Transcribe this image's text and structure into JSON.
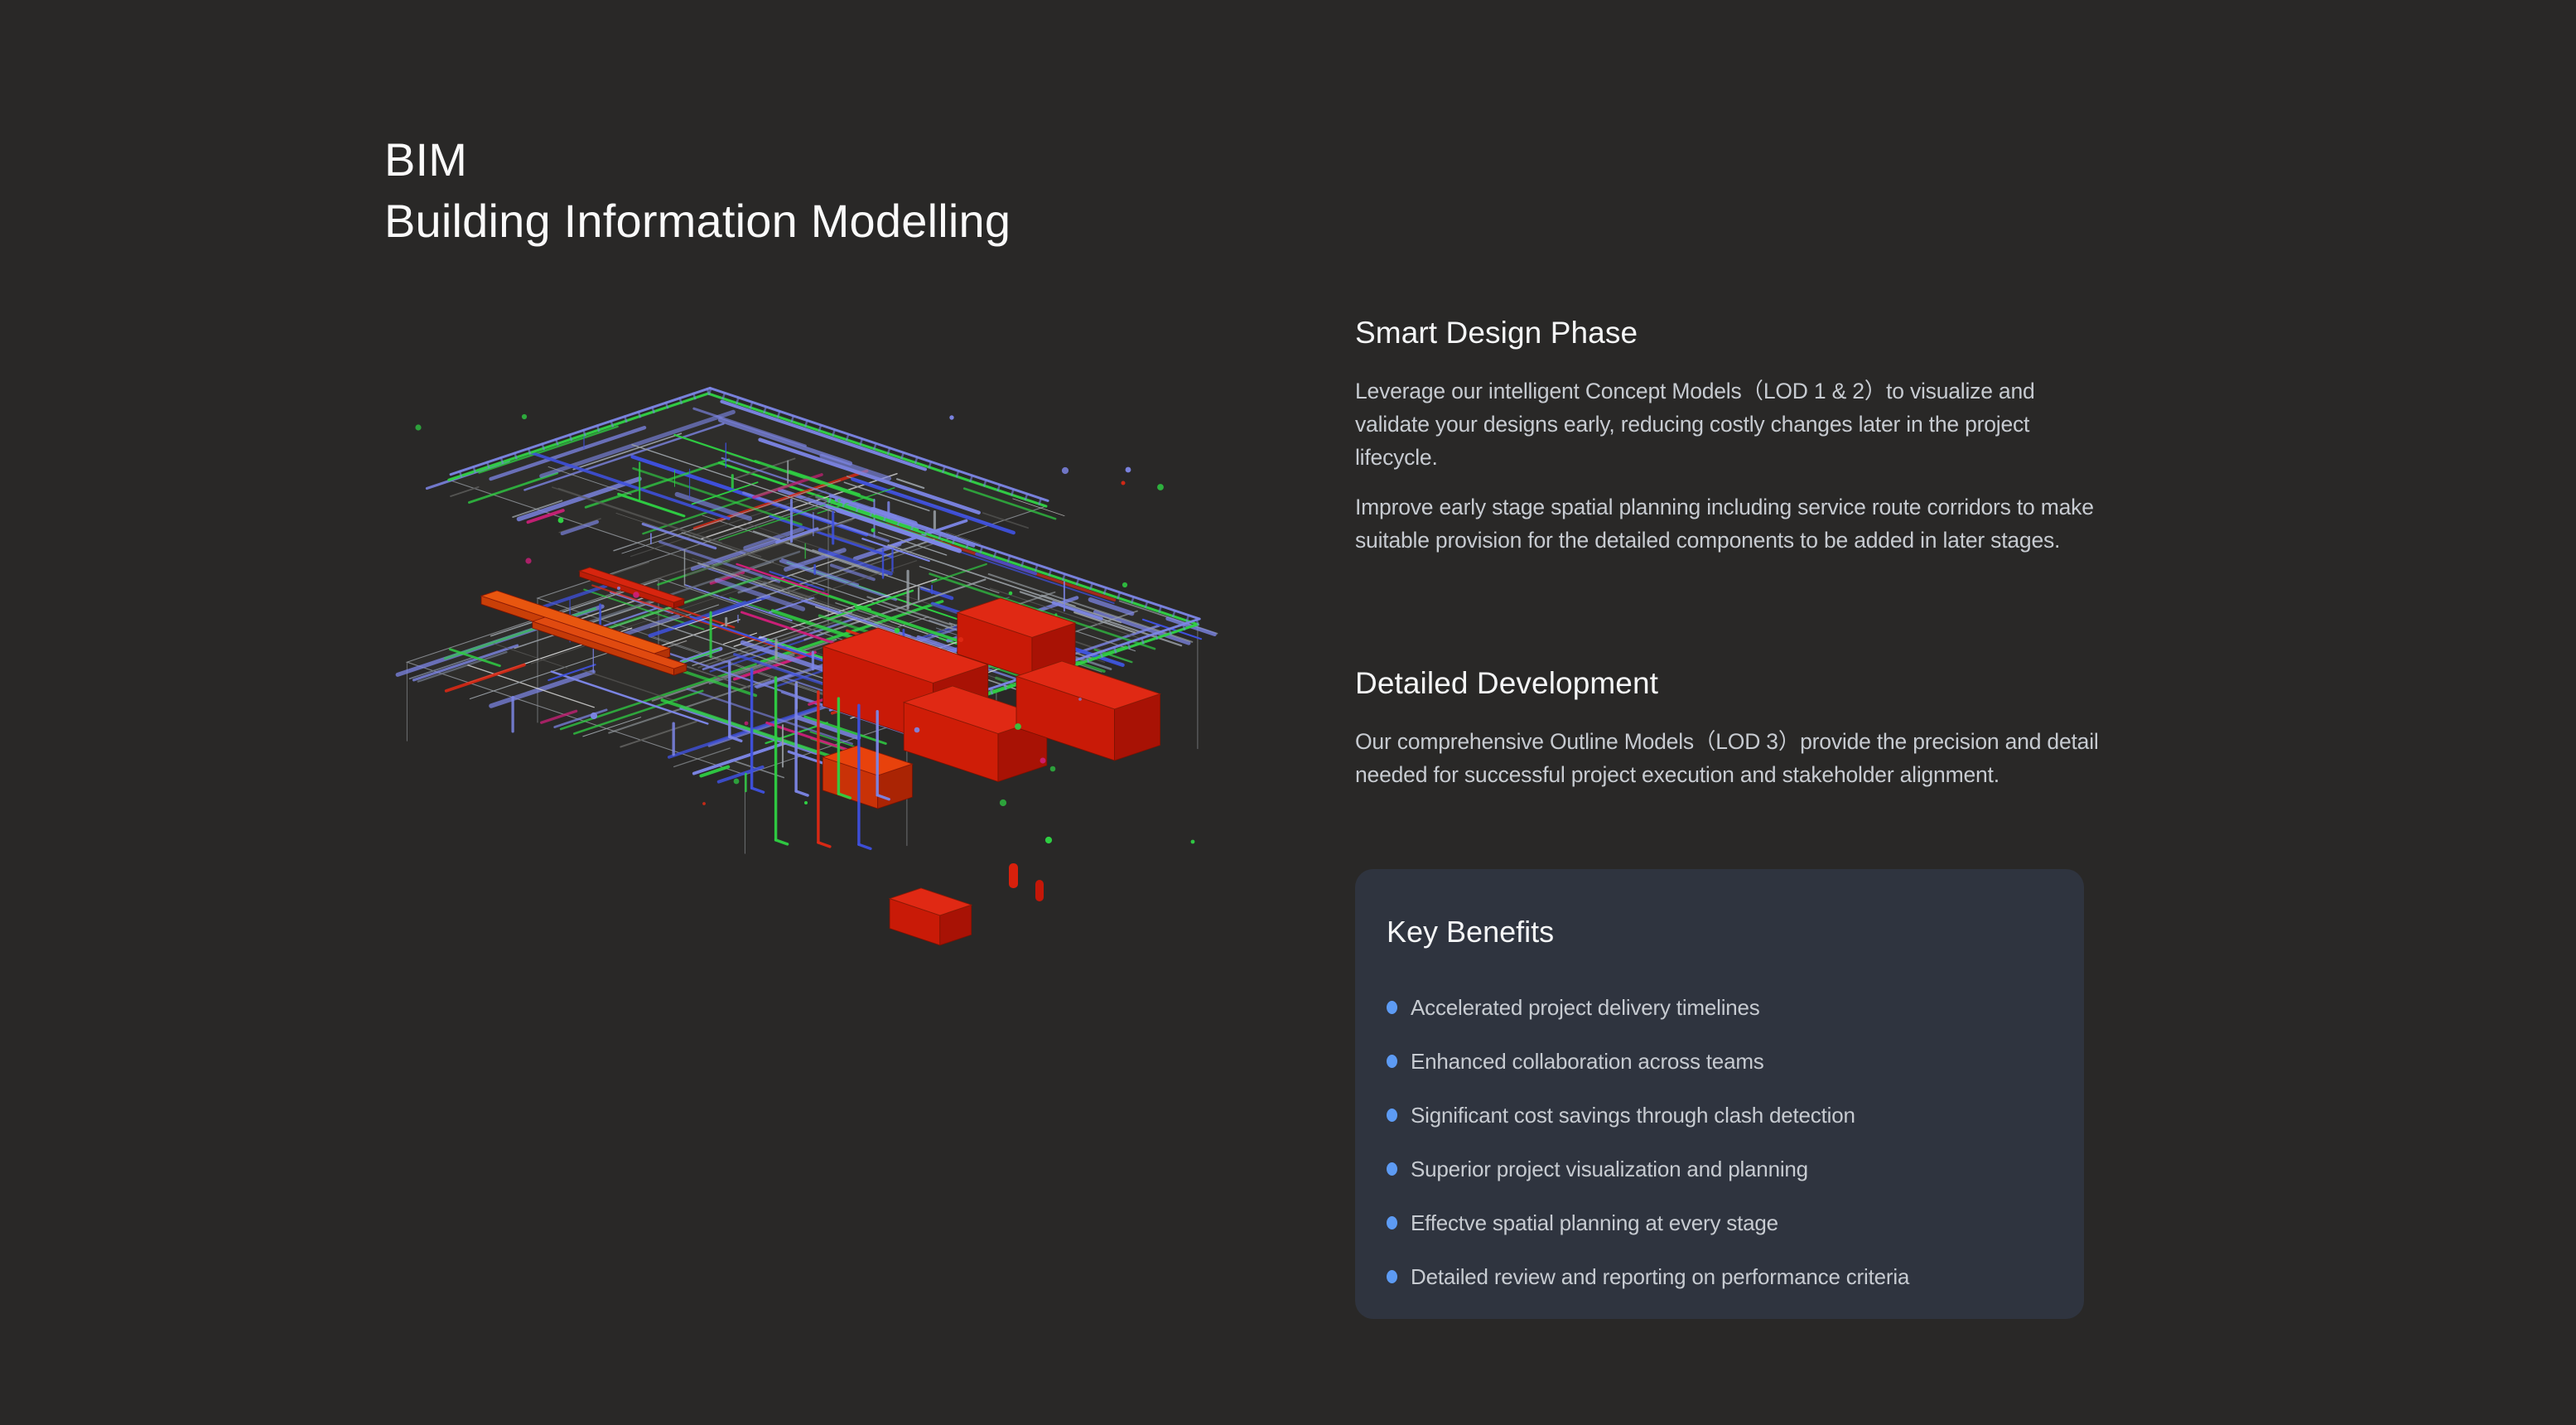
{
  "colors": {
    "page_bg": "#292827",
    "card_bg": "#2f343f",
    "title": "#fafafa",
    "heading": "#f5f6f7",
    "body_text": "#c7cbd1",
    "bullet": "#5d9bf4"
  },
  "header": {
    "title_line1": "BIM",
    "title_line2": "Building Information Modelling"
  },
  "smart_design": {
    "heading": "Smart Design Phase",
    "paragraph1": "Leverage our intelligent Concept Models（LOD 1 & 2）to visualize and validate your designs early, reducing costly changes later in the project lifecycle.",
    "paragraph2": "Improve early stage spatial planning including service route corridors to make suitable provision for the detailed components to be added in later stages."
  },
  "detailed_development": {
    "heading": "Detailed Development",
    "paragraph1": "Our comprehensive Outline Models（LOD 3）provide the precision and detail needed for successful project execution and stakeholder alignment."
  },
  "benefits": {
    "heading": "Key Benefits",
    "items": [
      "Accelerated project delivery timelines",
      "Enhanced collaboration across teams",
      "Significant cost savings through clash detection",
      "Superior project visualization and planning",
      "Effectve spatial planning at every stage",
      "Detailed review and reporting on performance criteria"
    ]
  },
  "model": {
    "palette": {
      "frame": "#8b8f94",
      "periwinkle": "#7d86e6",
      "green": "#2fd043",
      "gray": "#9aa0a6",
      "dim": "#5c5c5a",
      "blue": "#3f51e0",
      "white": "#d8d8d8",
      "steel": "#6e7687",
      "red": "#e02914",
      "magenta": "#cf1f7a"
    }
  }
}
